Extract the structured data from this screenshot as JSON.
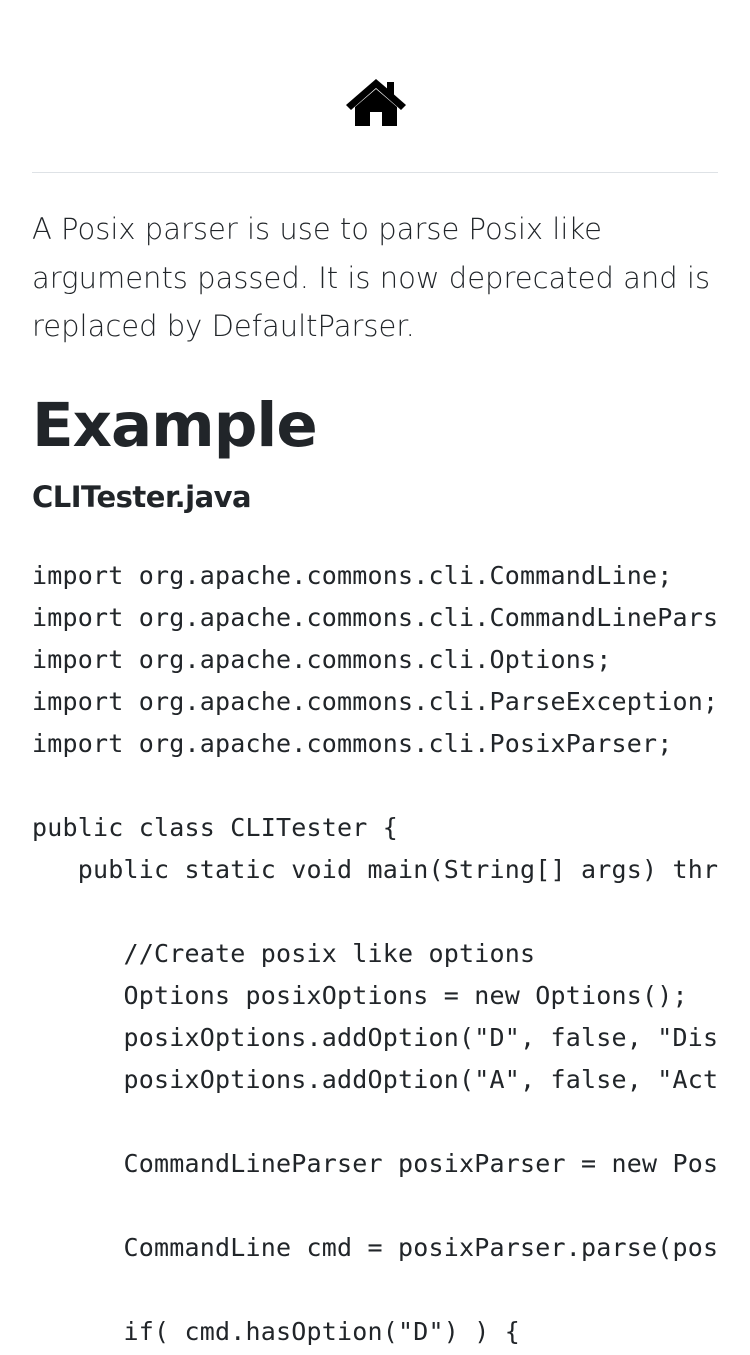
{
  "header": {
    "home_icon": "home-icon"
  },
  "intro": {
    "text": "A Posix parser is use to parse Posix like arguments passed. It is now deprecated and is replaced by DefaultParser."
  },
  "example": {
    "heading": "Example",
    "file_name": "CLITester.java"
  },
  "code": {
    "lines": [
      "import org.apache.commons.cli.CommandLine;",
      "import org.apache.commons.cli.CommandLinePars",
      "import org.apache.commons.cli.Options;",
      "import org.apache.commons.cli.ParseException;",
      "import org.apache.commons.cli.PosixParser;",
      "",
      "public class CLITester {",
      "   public static void main(String[] args) thr",
      "",
      "      //Create posix like options",
      "      Options posixOptions = new Options();",
      "      posixOptions.addOption(\"D\", false, \"Dis",
      "      posixOptions.addOption(\"A\", false, \"Act",
      "",
      "      CommandLineParser posixParser = new Pos",
      "",
      "      CommandLine cmd = posixParser.parse(pos",
      "",
      "      if( cmd.hasOption(\"D\") ) {"
    ]
  },
  "colors": {
    "text": "#212529",
    "divider": "#dee2e6",
    "background": "#ffffff"
  }
}
